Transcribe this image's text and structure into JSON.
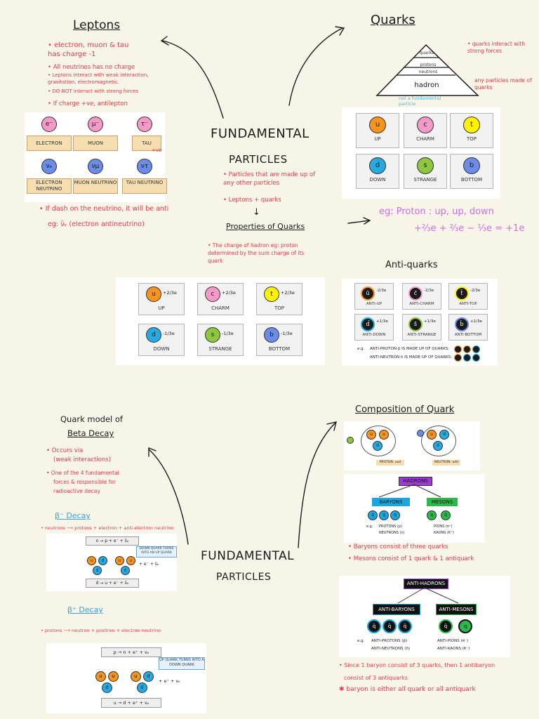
{
  "center_titles": {
    "top_line1": "FUNDAMENTAL",
    "top_line2": "PARTICLES",
    "bottom_line1": "FUNDAMENTAL",
    "bottom_line2": "PARTICLES"
  },
  "center_notes": [
    "• Particles that are made up of any other particles",
    "• Leptons + quarks"
  ],
  "properties_title": "Properties of Quarks",
  "properties_note": "• The charge of hadron eg: proton determined by the sum charge of its quark",
  "leptons": {
    "title": "Leptons",
    "notes": [
      "• electron, muon & tau has charge -1",
      "• All neutrinos has no charge",
      "• Leptons interact with weak interaction, gravitation, electromagnetic.",
      "• DO NOT interact with strong forces",
      "• If charge +ve, antilepton"
    ],
    "particles": [
      {
        "symbol": "e⁻",
        "name": "ELECTRON"
      },
      {
        "symbol": "μ⁻",
        "name": "MUON"
      },
      {
        "symbol": "τ⁻",
        "name": "TAU"
      },
      {
        "symbol": "νₑ",
        "name": "ELECTRON NEUTRINO"
      },
      {
        "symbol": "νμ",
        "name": "MUON NEUTRINO"
      },
      {
        "symbol": "ντ",
        "name": "TAU NEUTRINO"
      }
    ],
    "side_mark": "+ve",
    "dash_note": "• If dash on the neutrino, it will be anti",
    "example": "eg:  ν̄ₑ (electron antineutrino)"
  },
  "quarks": {
    "title": "Quarks",
    "pyramid": [
      "quarks",
      "protons",
      "neutrons",
      "hadron"
    ],
    "pyramid_note": "not a fundamental particle",
    "side_notes": [
      "• quarks interact with strong forces",
      "any particles made of quarks"
    ],
    "particles": [
      {
        "symbol": "u",
        "name": "UP",
        "color": "#f7941d"
      },
      {
        "symbol": "c",
        "name": "CHARM",
        "color": "#f49ac8"
      },
      {
        "symbol": "t",
        "name": "TOP",
        "color": "#fff200"
      },
      {
        "symbol": "d",
        "name": "DOWN",
        "color": "#27aae1"
      },
      {
        "symbol": "s",
        "name": "STRANGE",
        "color": "#8dc63f"
      },
      {
        "symbol": "b",
        "name": "BOTTOM",
        "color": "#6b8ce8"
      }
    ],
    "example_line1": "eg: Proton : up, up, down",
    "example_line2": "+⅔e + ⅔e − ⅓e = +1e"
  },
  "charge_quarks": [
    {
      "symbol": "u",
      "charge": "+2/3e",
      "name": "UP",
      "color": "#f7941d"
    },
    {
      "symbol": "c",
      "charge": "+2/3e",
      "name": "CHARM",
      "color": "#f49ac8"
    },
    {
      "symbol": "t",
      "charge": "+2/3e",
      "name": "TOP",
      "color": "#fff200"
    },
    {
      "symbol": "d",
      "charge": "-1/3e",
      "name": "DOWN",
      "color": "#27aae1"
    },
    {
      "symbol": "s",
      "charge": "-1/3e",
      "name": "STRANGE",
      "color": "#8dc63f"
    },
    {
      "symbol": "b",
      "charge": "-1/3e",
      "name": "BOTTOM",
      "color": "#6b8ce8"
    }
  ],
  "anti_quarks": {
    "title": "Anti-quarks",
    "items": [
      {
        "symbol": "ū",
        "charge": "-2/3e",
        "name": "ANTI-UP",
        "color": "#f7941d"
      },
      {
        "symbol": "c̄",
        "charge": "-2/3e",
        "name": "ANTI-CHARM",
        "color": "#f49ac8"
      },
      {
        "symbol": "t̄",
        "charge": "-2/3e",
        "name": "ANTI-TOP",
        "color": "#fff200"
      },
      {
        "symbol": "d̄",
        "charge": "+1/3e",
        "name": "ANTI-DOWN",
        "color": "#27aae1"
      },
      {
        "symbol": "s̄",
        "charge": "+1/3e",
        "name": "ANTI-STRANGE",
        "color": "#8dc63f"
      },
      {
        "symbol": "b̄",
        "charge": "+1/3e",
        "name": "ANTI-BOTTOM",
        "color": "#6b8ce8"
      }
    ],
    "eg": "e.g.",
    "line1": "ANTI-PROTON p̄ IS MADE UP OF QUARKS:",
    "line2": "ANTI-NEUTRON n̄ IS MADE UP OF QUARKS:"
  },
  "beta": {
    "title_line1": "Quark model of",
    "title_line2": "Beta Decay",
    "notes": [
      "• Occurs via",
      "(weak interactions)",
      "• One of the 4 fundamental",
      "forces & responsible for",
      "radioactive decay"
    ],
    "minus_title": "β⁻ Decay",
    "minus_note": "• neutrons ⟶ protons + electron + anti-electron neutrino",
    "minus_eq_top": "n → p + e⁻ + ν̄ₑ",
    "minus_callout": "DOWN QUARK TURNS INTO AN UP QUARK",
    "minus_side": "+ e⁻ + ν̄ₑ",
    "minus_eq_bottom": "d → u + e⁻ + ν̄ₑ",
    "plus_title": "β⁺ Decay",
    "plus_note": "• protons ⟶ neutron + positron + electron neutrino",
    "plus_eq_top": "p → n + e⁺ + νₑ",
    "plus_callout": "UP QUARK TURNS INTO A DOWN QUARK",
    "plus_side": "+ e⁺ + νₑ",
    "plus_eq_bottom": "u → d + e⁺ + νₑ"
  },
  "composition": {
    "title": "Composition of Quark",
    "proton_label": "PROTON: uud",
    "neutron_label": "NEUTRON: udd",
    "hadrons": "HADRONS",
    "baryons": "BARYONS",
    "mesons": "MESONS",
    "eg": "e.g.",
    "baryon_examples": [
      "PROTONS (p)",
      "NEUTRONS (n)"
    ],
    "meson_examples": [
      "PIONS (π⁺)",
      "KAONS (K⁺)"
    ],
    "notes": [
      "• Baryons consist of three quarks",
      "• Mesons consist of 1 quark & 1 antiquark"
    ],
    "anti_hadrons": "ANTI-HADRONS",
    "anti_baryons": "ANTI-BARYONS",
    "anti_mesons": "ANTI-MESONS",
    "anti_baryon_examples": [
      "ANTI-PROTONS (p̄)",
      "ANTI-NEUTRONS (n̄)"
    ],
    "anti_meson_examples": [
      "ANTI-PIONS (π⁻)",
      "ANTI-KAONS (K⁻)"
    ],
    "bottom_notes": [
      "• Since 1 baryon consist of 3 quarks, then 1 antibaryon",
      "consist of 3 antiquarks",
      "✱ baryon is either all quark or all antiquark"
    ]
  },
  "quark_letters": {
    "q": "q",
    "qbar": "q̄",
    "u": "u",
    "d": "d"
  },
  "colors": {
    "background": "#f7f4e8",
    "note_red": "#e03a4a",
    "pink": "#d26ae6",
    "hadron_purple": "#9b3bd6",
    "baryon_blue": "#1aa7e0",
    "meson_green": "#2db84a"
  }
}
